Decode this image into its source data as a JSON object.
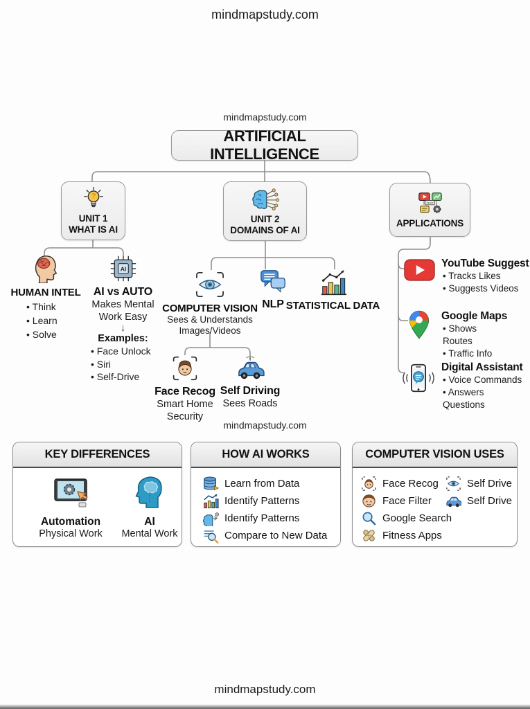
{
  "watermarks": {
    "top": "mindmapstudy.com",
    "above_title": "mindmapstudy.com",
    "middle": "mindmapstudy.com",
    "bottom": "mindmapstudy.com"
  },
  "root": {
    "title": "ARTIFICIAL INTELLIGENCE"
  },
  "units": [
    {
      "icon": "lightbulb-icon",
      "line1": "UNIT 1",
      "line2": "WHAT IS AI"
    },
    {
      "icon": "brain-icon",
      "line1": "UNIT 2",
      "line2": "DOMAINS OF AI"
    },
    {
      "icon": "apps-icon",
      "line1": "APPLICATIONS",
      "line2": ""
    }
  ],
  "unit1": {
    "human": {
      "icon": "human-head-icon",
      "title": "HUMAN INTEL",
      "bullets": [
        "Think",
        "Learn",
        "Solve"
      ]
    },
    "ai_vs_auto": {
      "icon": "ai-chip-icon",
      "title": "AI vs AUTO",
      "sub1": "Makes Mental",
      "sub2": "Work Easy",
      "arrow": "↓",
      "examples_title": "Examples:",
      "examples": [
        "Face Unlock",
        "Siri",
        "Self-Drive"
      ]
    }
  },
  "unit2": {
    "cv": {
      "icon": "computer-vision-eye-icon",
      "title": "COMPUTER VISION",
      "sub1": "Sees & Understands",
      "sub2": "Images/Videos"
    },
    "nlp": {
      "icon": "chat-bubbles-icon",
      "title": "NLP"
    },
    "stats": {
      "icon": "bar-chart-icon",
      "title": "STATISTICAL DATA"
    }
  },
  "cv_children": {
    "face": {
      "icon": "face-scan-icon",
      "title": "Face Recog",
      "sub1": "Smart Home",
      "sub2": "Security"
    },
    "car": {
      "icon": "self-driving-car-icon",
      "title": "Self Driving",
      "sub1": "Sees Roads"
    }
  },
  "apps": [
    {
      "icon": "youtube-icon",
      "title": "YouTube Suggest",
      "bullets": [
        "Tracks Likes",
        "Suggests Videos"
      ]
    },
    {
      "icon": "google-maps-pin-icon",
      "title": "Google Maps",
      "bullets": [
        "Shows Routes",
        "Traffic Info"
      ]
    },
    {
      "icon": "digital-assistant-phone-icon",
      "title": "Digital Assistant",
      "bullets": [
        "Voice Commands",
        "Answers Questions"
      ]
    }
  ],
  "panels": {
    "key_differences": {
      "title": "KEY DIFFERENCES",
      "columns": [
        {
          "icon": "automation-tablet-icon",
          "title": "Automation",
          "subtitle": "Physical Work"
        },
        {
          "icon": "ai-head-icon",
          "title": "AI",
          "subtitle": "Mental Work"
        }
      ]
    },
    "how_ai_works": {
      "title": "HOW AI WORKS",
      "items": [
        {
          "icon": "database-icon",
          "label": "Learn from Data"
        },
        {
          "icon": "growth-chart-icon",
          "label": "Identify Patterns"
        },
        {
          "icon": "brain-arrow-icon",
          "label": "Identify Patterns"
        },
        {
          "icon": "magnifier-report-icon",
          "label": "Compare to New Data"
        }
      ]
    },
    "cv_uses": {
      "title": "COMPUTER VISION USES",
      "items": [
        {
          "icon": "face-scan-small-icon",
          "label": "Face Recog"
        },
        {
          "icon": "eye-scan-icon",
          "label": "Self Drive"
        },
        {
          "icon": "face-icon",
          "label": "Face Filter"
        },
        {
          "icon": "car-small-icon",
          "label": "Self Drive"
        },
        {
          "icon": "search-icon",
          "label": "Google Search"
        },
        {
          "icon": "fitness-bandage-icon",
          "label": "Fitness Apps"
        }
      ]
    }
  },
  "colors": {
    "node_box_bg": "#f1f1f1",
    "node_border": "#9a9a9a",
    "connector": "#8f8f8f",
    "youtube_red": "#e53935",
    "bulb_yellow": "#f7c64b",
    "brain_blue": "#62b8e8",
    "car_blue": "#5b9bd5",
    "text": "#111111"
  }
}
